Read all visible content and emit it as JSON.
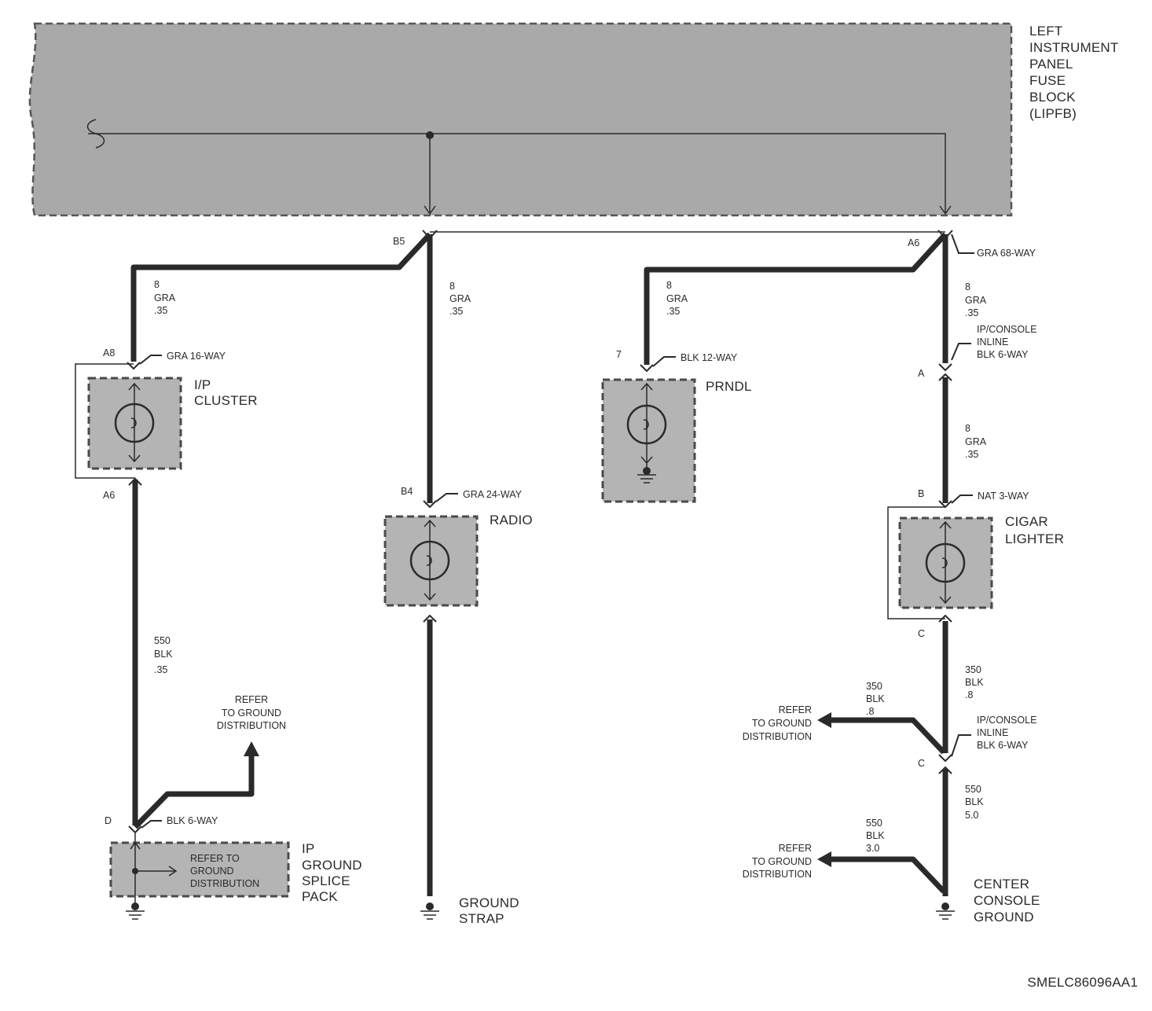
{
  "fuse_block": {
    "line1": "LEFT",
    "line2": "INSTRUMENT",
    "line3": "PANEL",
    "line4": "FUSE",
    "line5": "BLOCK",
    "line6": "(LIPFB)"
  },
  "pins": {
    "b5": "B5",
    "a6_top": "A6",
    "a8": "A8",
    "a6_cluster": "A6",
    "b4": "B4",
    "prndl_pin": "7",
    "inline_a": "A",
    "lighter_b": "B",
    "lighter_c": "C",
    "inline_c": "C",
    "splice_d": "D"
  },
  "connectors": {
    "gra68": "GRA 68-WAY",
    "gra16": "GRA 16-WAY",
    "gra24": "GRA 24-WAY",
    "blk12": "BLK 12-WAY",
    "nat3": "NAT 3-WAY",
    "blk6": "BLK 6-WAY",
    "inline1": {
      "l1": "IP/CONSOLE",
      "l2": "INLINE",
      "l3": "BLK 6-WAY"
    },
    "inline2": {
      "l1": "IP/CONSOLE",
      "l2": "INLINE",
      "l3": "BLK 6-WAY"
    }
  },
  "wires": {
    "w_cluster_in": {
      "circuit": "8",
      "color": "GRA",
      "gauge": ".35"
    },
    "w_radio_in": {
      "circuit": "8",
      "color": "GRA",
      "gauge": ".35"
    },
    "w_prndl_in": {
      "circuit": "8",
      "color": "GRA",
      "gauge": ".35"
    },
    "w_lighter_in1": {
      "circuit": "8",
      "color": "GRA",
      "gauge": ".35"
    },
    "w_lighter_in2": {
      "circuit": "8",
      "color": "GRA",
      "gauge": ".35"
    },
    "w_cluster_gnd": {
      "circuit": "550",
      "color": "BLK",
      "gauge": ".35"
    },
    "w_lighter_out": {
      "circuit": "350",
      "color": "BLK",
      "gauge": ".8"
    },
    "w_branch1": {
      "circuit": "350",
      "color": "BLK",
      "gauge": ".8"
    },
    "w_console_gnd": {
      "circuit": "550",
      "color": "BLK",
      "gauge": "5.0"
    },
    "w_branch2": {
      "circuit": "550",
      "color": "BLK",
      "gauge": "3.0"
    }
  },
  "components": {
    "cluster": {
      "l1": "I/P",
      "l2": "CLUSTER"
    },
    "radio": "RADIO",
    "prndl": "PRNDL",
    "lighter": {
      "l1": "CIGAR",
      "l2": "LIGHTER"
    },
    "splice": {
      "l1": "IP",
      "l2": "GROUND",
      "l3": "SPLICE",
      "l4": "PACK",
      "inner1": "REFER TO",
      "inner2": "GROUND",
      "inner3": "DISTRIBUTION"
    }
  },
  "refs": {
    "ref1": {
      "l1": "REFER",
      "l2": "TO GROUND",
      "l3": "DISTRIBUTION"
    },
    "ref2": {
      "l1": "REFER",
      "l2": "TO GROUND",
      "l3": "DISTRIBUTION"
    },
    "ref3": {
      "l1": "REFER",
      "l2": "TO GROUND",
      "l3": "DISTRIBUTION"
    }
  },
  "grounds": {
    "strap": {
      "l1": "GROUND",
      "l2": "STRAP"
    },
    "console": {
      "l1": "CENTER",
      "l2": "CONSOLE",
      "l3": "GROUND"
    }
  },
  "figure_id": "SMELC86096AA1"
}
